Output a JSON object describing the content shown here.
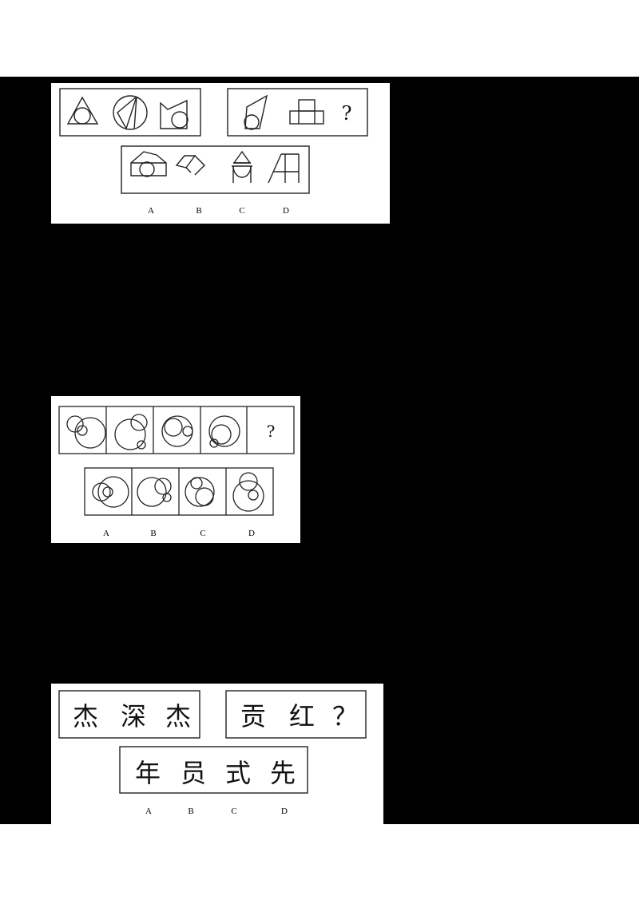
{
  "page": {
    "background": "#ffffff",
    "band_color": "#000000"
  },
  "question1": {
    "type": "figure-reasoning",
    "group1": [
      "triangle-with-inscribed-circle",
      "circle-with-inscribed-triangles",
      "notched-pentagon-with-circle"
    ],
    "group2": [
      "quadrilateral-with-circle",
      "stacked-rectangles",
      "?"
    ],
    "question_mark": "?",
    "options": [
      {
        "label": "A",
        "figure": "house-pentagon-with-circle"
      },
      {
        "label": "B",
        "figure": "folded-parallelograms"
      },
      {
        "label": "C",
        "figure": "triangle-over-circle-arch"
      },
      {
        "label": "D",
        "figure": "slanted-rectangle-with-crossbar"
      }
    ]
  },
  "question2": {
    "type": "figure-reasoning",
    "sequence": [
      "overlapping-circles-1",
      "overlapping-circles-2",
      "overlapping-circles-3",
      "overlapping-circles-4",
      "?"
    ],
    "question_mark": "?",
    "options": [
      {
        "label": "A",
        "figure": "overlapping-circles-a"
      },
      {
        "label": "B",
        "figure": "overlapping-circles-b"
      },
      {
        "label": "C",
        "figure": "overlapping-circles-c"
      },
      {
        "label": "D",
        "figure": "overlapping-circles-d"
      }
    ]
  },
  "question3": {
    "type": "character-reasoning",
    "group1": [
      "杰",
      "深",
      "杰"
    ],
    "group2": [
      "贡",
      "红",
      "？"
    ],
    "options": [
      {
        "label": "A",
        "char": "年"
      },
      {
        "label": "B",
        "char": "员"
      },
      {
        "label": "C",
        "char": "式"
      },
      {
        "label": "D",
        "char": "先"
      }
    ]
  }
}
